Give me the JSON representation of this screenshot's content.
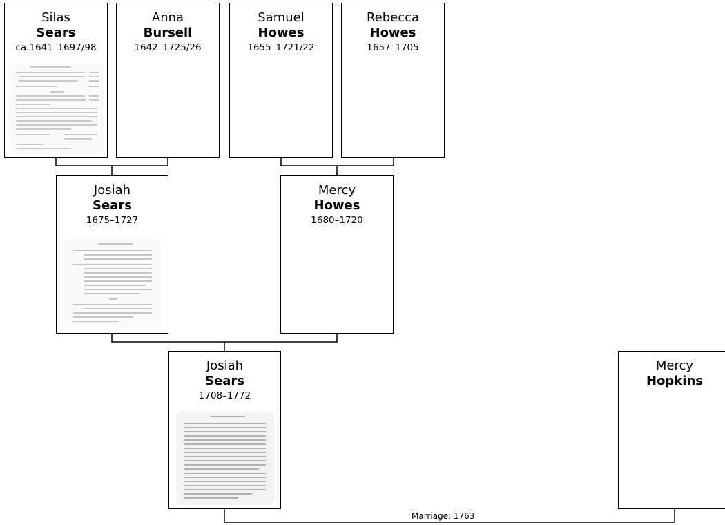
{
  "persons": {
    "silas": {
      "given": "Silas",
      "surname": "Sears",
      "dates": "ca.1641–1697/98",
      "has_document": true
    },
    "anna": {
      "given": "Anna",
      "surname": "Bursell",
      "dates": "1642–1725/26",
      "has_document": false
    },
    "samuel": {
      "given": "Samuel",
      "surname": "Howes",
      "dates": "1655–1721/22",
      "has_document": false
    },
    "rebecca": {
      "given": "Rebecca",
      "surname": "Howes",
      "dates": "1657–1705",
      "has_document": false
    },
    "josiah_1675": {
      "given": "Josiah",
      "surname": "Sears",
      "dates": "1675–1727",
      "has_document": true
    },
    "mercy_howes": {
      "given": "Mercy",
      "surname": "Howes",
      "dates": "1680–1720",
      "has_document": false
    },
    "josiah_1708": {
      "given": "Josiah",
      "surname": "Sears",
      "dates": "1708–1772",
      "has_document": true
    },
    "mercy_hopkins": {
      "given": "Mercy",
      "surname": "Hopkins",
      "dates": "",
      "has_document": false
    }
  },
  "marriage": {
    "label": "Marriage: 1763"
  },
  "colors": {
    "line": "#000000",
    "card_border": "#000000",
    "background": "#ffffff"
  }
}
